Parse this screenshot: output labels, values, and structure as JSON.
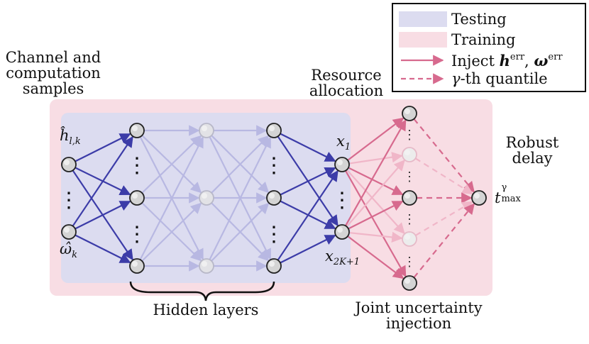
{
  "colors": {
    "testing_bg": "#dcdcf0",
    "training_bg": "#f8dde4",
    "blue_edge": "#3c3ca8",
    "blue_edge_light": "#b8b8e2",
    "pink_edge": "#d76a8e",
    "pink_edge_light": "#f0b6c8",
    "node_fill": "#d4d4d4",
    "node_stroke": "#222222"
  },
  "legend": {
    "testing": "Testing",
    "training": "Training",
    "inject_prefix": "Inject ",
    "inject_h": "h",
    "inject_sep": ", ",
    "inject_w": "ω",
    "err": "err",
    "quantile_gamma": "γ",
    "quantile_text": "-th quantile"
  },
  "labels": {
    "channel_line1": "Channel and",
    "channel_line2": "computation",
    "channel_line3": "samples",
    "resource_line1": "Resource",
    "resource_line2": "allocation",
    "robust_line1": "Robust",
    "robust_line2": "delay",
    "hidden_layers": "Hidden layers",
    "joint_line1": "Joint uncertainty",
    "joint_line2": "injection"
  },
  "math": {
    "h_hat": "ĥ",
    "h_sub": "l,k",
    "w_hat": "ω̂",
    "w_sub": "k",
    "x": "x",
    "x1_sub": "1",
    "x2_sub": "2K+1",
    "t": "t",
    "t_sup": "γ",
    "t_sub": "max"
  },
  "dots": "⋮"
}
